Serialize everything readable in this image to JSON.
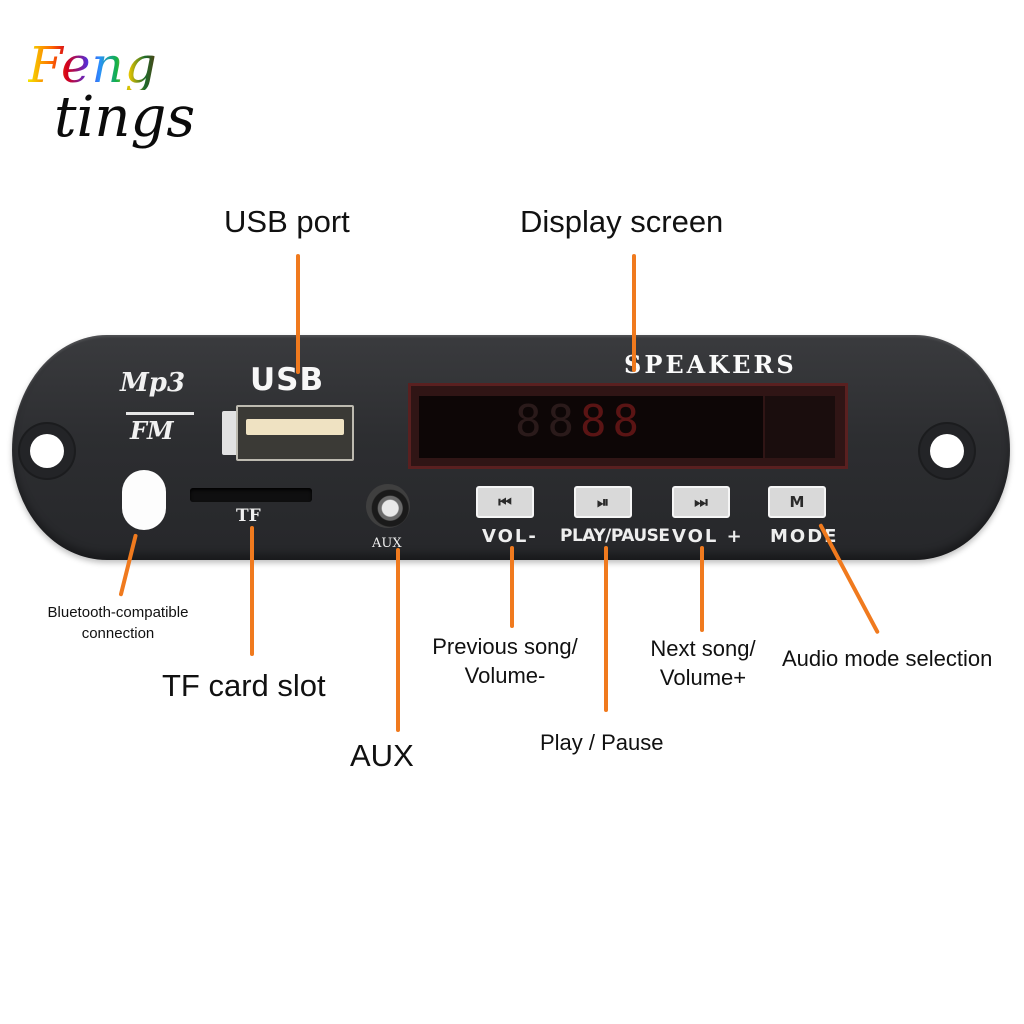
{
  "logo": {
    "line1": "Feng",
    "line2": "tings"
  },
  "callouts": {
    "usb_port": "USB port",
    "display_screen": "Display screen",
    "bluetooth_line1": "Bluetooth-compatible",
    "bluetooth_line2": "connection",
    "tf_card_slot": "TF card slot",
    "aux": "AUX",
    "previous_line1": "Previous song/",
    "previous_line2": "Volume-",
    "play_pause": "Play / Pause",
    "next_line1": "Next song/",
    "next_line2": "Volume+",
    "audio_mode": "Audio mode selection"
  },
  "panel": {
    "brand_top": "Mp3",
    "brand_bottom": "FM",
    "usb_label": "USB",
    "tf_label": "TF",
    "aux_label": "AUX",
    "speakers_label": "SPEAKERS",
    "display_digits": "88",
    "display_digits_lit": "88",
    "buttons": [
      {
        "icon": "⏮",
        "label": "VOL-"
      },
      {
        "icon": "⏯",
        "label": "PLAY/PAUSE"
      },
      {
        "icon": "⏭",
        "label": "VOL +"
      },
      {
        "icon": "M",
        "label": "MODE"
      }
    ]
  },
  "colors": {
    "leader": "#f07a1e",
    "panel": "#2d2e31",
    "display_frame": "#5a2020",
    "label_text": "#111111"
  }
}
